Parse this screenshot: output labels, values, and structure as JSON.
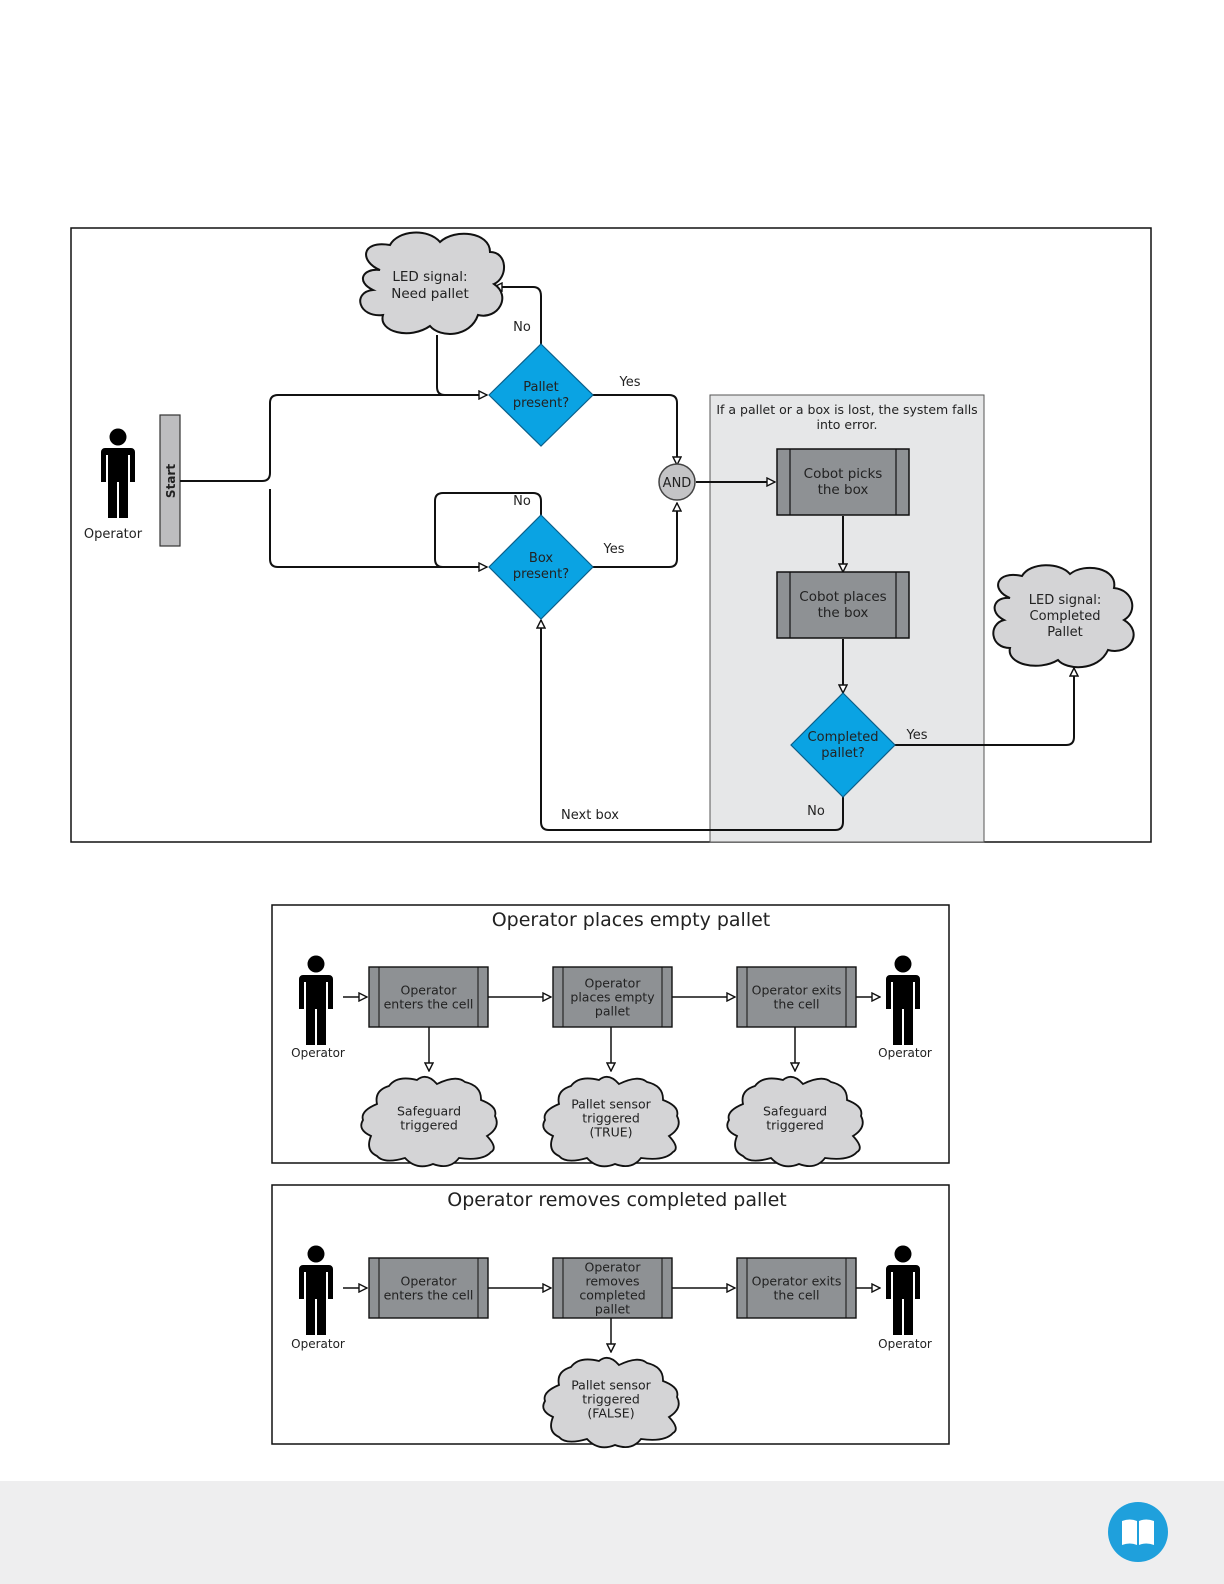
{
  "main_flowchart": {
    "actor": {
      "label": "Operator",
      "icon": "person-icon"
    },
    "start": {
      "label": "Start"
    },
    "decisions": {
      "pallet": {
        "line1": "Pallet",
        "line2": "present?"
      },
      "box": {
        "line1": "Box",
        "line2": "present?"
      },
      "completed": {
        "line1": "Completed",
        "line2": "pallet?"
      }
    },
    "signals": {
      "need_pallet": {
        "line1": "LED signal:",
        "line2": "Need pallet"
      },
      "completed": {
        "line1": "LED signal:",
        "line2": "Completed",
        "line3": "Pallet"
      }
    },
    "and_gate": {
      "label": "AND"
    },
    "error_zone": {
      "line1": "If a pallet or a box is lost, the system falls",
      "line2": "into error."
    },
    "processes": {
      "pick": {
        "line1": "Cobot picks",
        "line2": "the box"
      },
      "place": {
        "line1": "Cobot places",
        "line2": "the box"
      }
    },
    "edge_labels": {
      "pallet_no": "No",
      "pallet_yes": "Yes",
      "box_no": "No",
      "box_yes": "Yes",
      "completed_yes": "Yes",
      "completed_no": "No",
      "next_box": "Next box"
    }
  },
  "flow_place": {
    "title": "Operator places empty pallet",
    "actor_label": "Operator",
    "steps": [
      {
        "lines": [
          "Operator",
          "enters the cell"
        ]
      },
      {
        "lines": [
          "Operator",
          "places empty",
          "pallet"
        ]
      },
      {
        "lines": [
          "Operator exits",
          "the cell"
        ]
      }
    ],
    "signals": [
      {
        "lines": [
          "Safeguard",
          "triggered"
        ]
      },
      {
        "lines": [
          "Pallet sensor",
          "triggered",
          "(TRUE)"
        ]
      },
      {
        "lines": [
          "Safeguard",
          "triggered"
        ]
      }
    ]
  },
  "flow_remove": {
    "title": "Operator removes completed pallet",
    "actor_label": "Operator",
    "steps": [
      {
        "lines": [
          "Operator",
          "enters the cell"
        ]
      },
      {
        "lines": [
          "Operator",
          "removes",
          "completed",
          "pallet"
        ]
      },
      {
        "lines": [
          "Operator exits",
          "the cell"
        ]
      }
    ],
    "signals": [
      {
        "lines": [
          "Pallet sensor",
          "triggered",
          "(FALSE)"
        ]
      }
    ]
  },
  "footer": {
    "icon": "book-icon"
  },
  "colors": {
    "decision": "#0aa3e3",
    "process": "#8e9194",
    "cloud": "#d4d4d6",
    "error_zone": "#e6e7e8",
    "start_bar": "#bdbdbf",
    "accent": "#1fa0dc"
  }
}
